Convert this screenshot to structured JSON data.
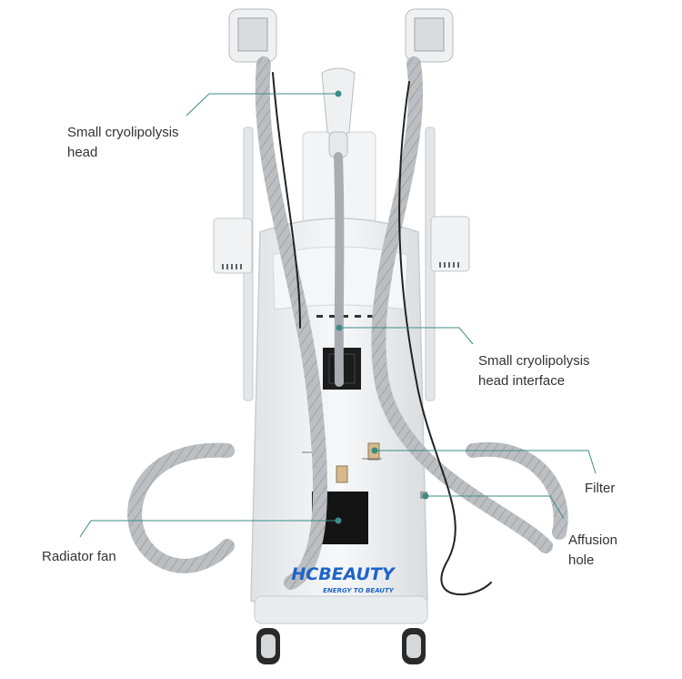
{
  "colors": {
    "leader_line": "#3d8b86",
    "machine_body": "#eef1f3",
    "hose": "#b9bcbf",
    "brand_blue": "#1e64c8",
    "dark_panel": "#141414"
  },
  "brand": {
    "name": "HCBEAUTY",
    "tagline": "ENERGY TO BEAUTY"
  },
  "annotations": [
    {
      "id": "small-head",
      "lines": [
        "Small cryolipolysis",
        "head"
      ]
    },
    {
      "id": "head-interface",
      "lines": [
        "Small cryolipolysis",
        "head interface"
      ]
    },
    {
      "id": "filter",
      "lines": [
        "Filter"
      ]
    },
    {
      "id": "affusion-hole",
      "lines": [
        "Affusion",
        "hole"
      ]
    },
    {
      "id": "radiator-fan",
      "lines": [
        "Radiator fan"
      ]
    }
  ]
}
